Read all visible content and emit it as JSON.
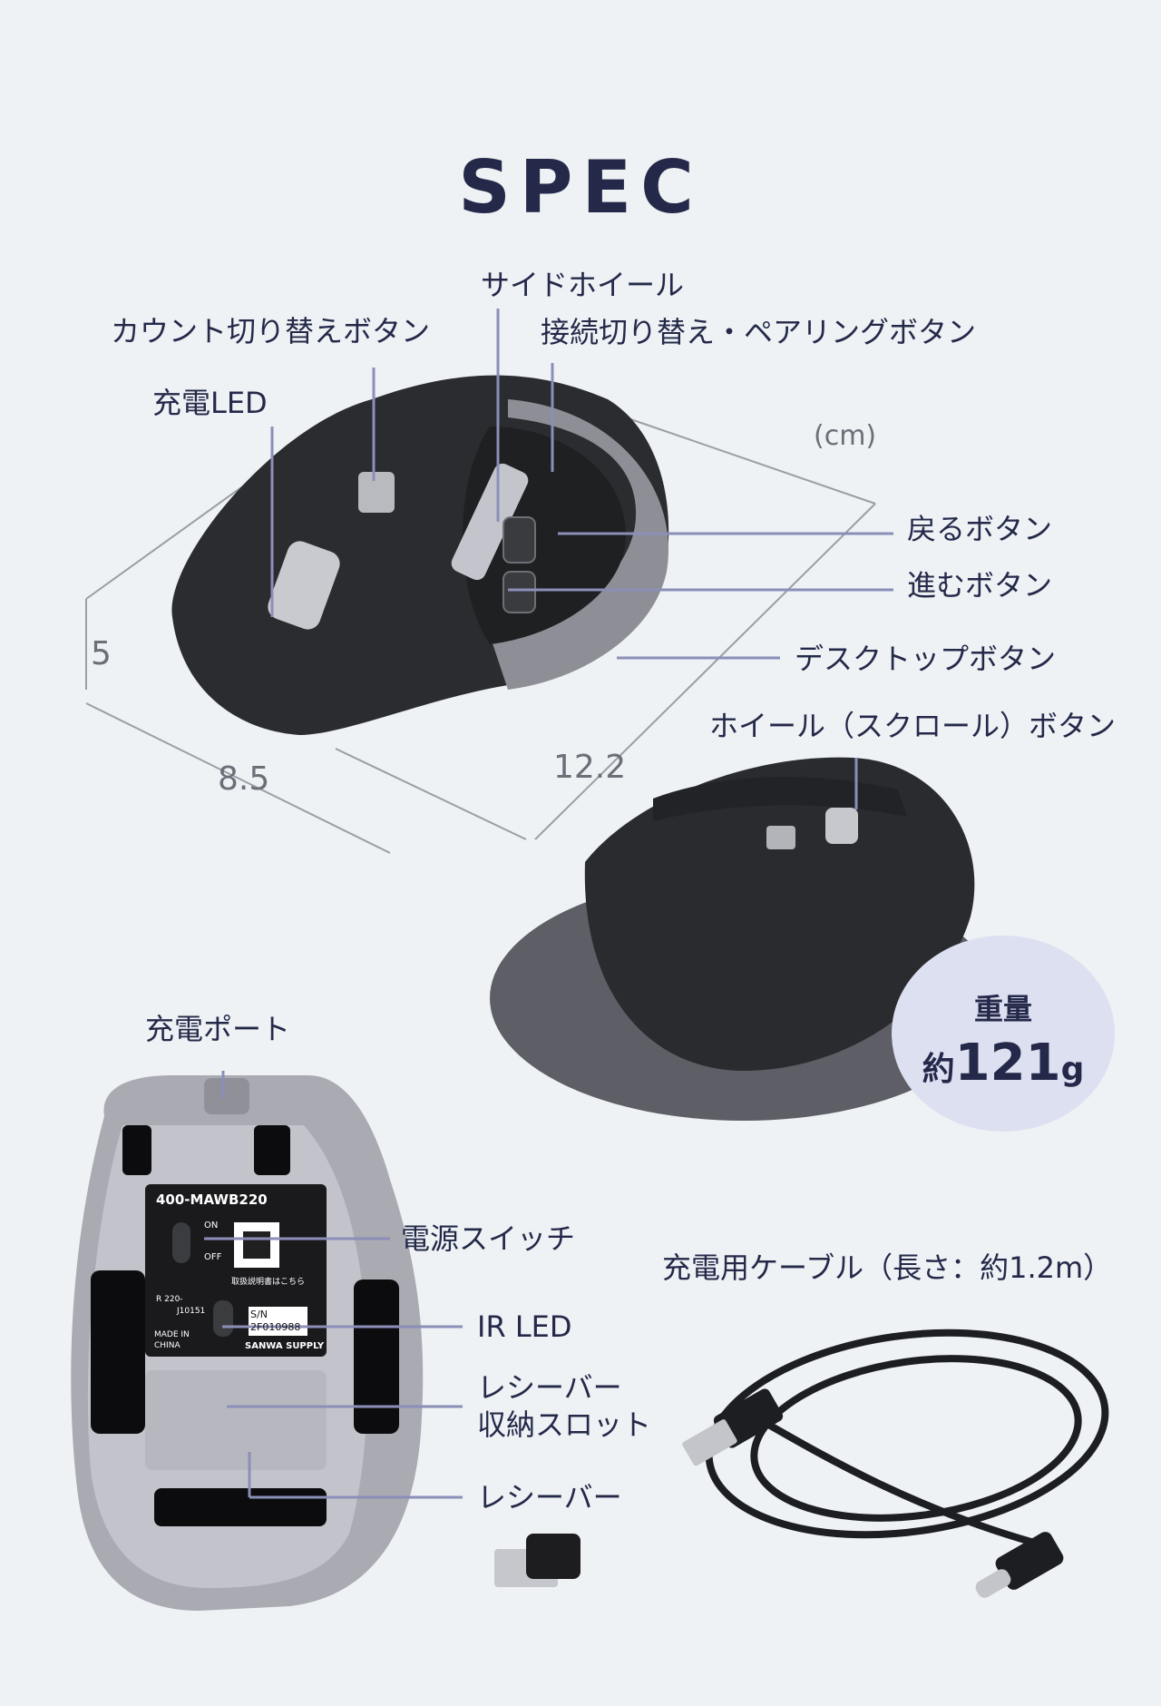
{
  "title": "SPEC",
  "labels": {
    "count_switch": "カウント切り替えボタン",
    "side_wheel": "サイドホイール",
    "connection_switch": "接続切り替え・ペアリングボタン",
    "charge_led": "充電LED",
    "back_button": "戻るボタン",
    "forward_button": "進むボタン",
    "desktop_button": "デスクトップボタン",
    "wheel_button": "ホイール（スクロール）ボタン",
    "charge_port": "充電ポート",
    "power_switch": "電源スイッチ",
    "ir_led": "IR LED",
    "receiver_slot_1": "レシーバー",
    "receiver_slot_2": "収納スロット",
    "receiver": "レシーバー",
    "cable": "充電用ケーブル（長さ：約1.2m）"
  },
  "dimensions": {
    "unit": "(cm)",
    "height": "5",
    "width": "8.5",
    "depth": "12.2"
  },
  "weight": {
    "label": "重量",
    "prefix": "約",
    "value": "121",
    "suffix": "g"
  },
  "bottom_label": {
    "model": "400-MAWB220",
    "on": "ON",
    "off": "OFF",
    "manual": "取扱説明書はこちら",
    "cert_1": "R 220-",
    "cert_2": "J10151",
    "made_1": "MADE IN",
    "made_2": "CHINA",
    "sn_label": "S/N",
    "sn_value": "2F010988",
    "brand": "SANWA SUPPLY"
  }
}
